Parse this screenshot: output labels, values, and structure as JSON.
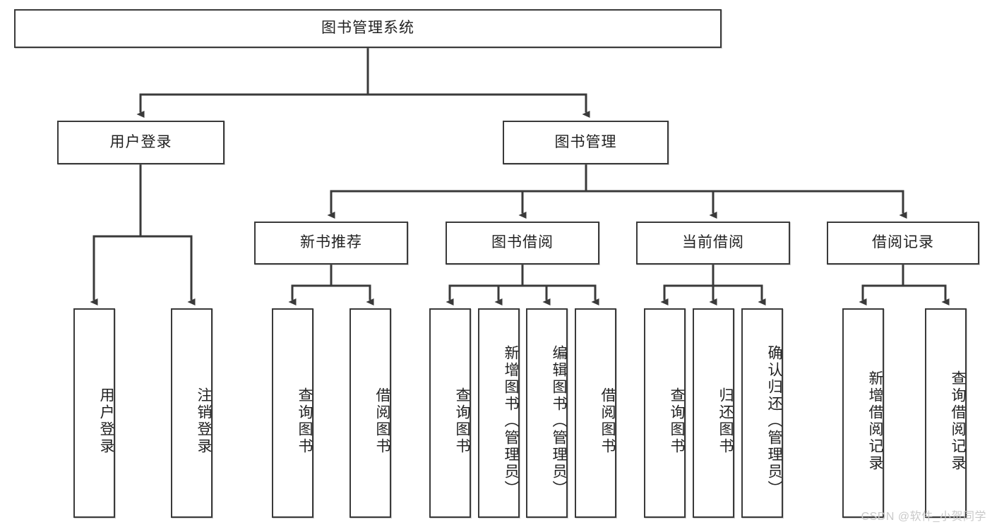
{
  "diagram": {
    "type": "tree-hierarchy",
    "title": "图书管理系统",
    "watermark": "CSDN @软件_小贺同学",
    "colors": {
      "stroke": "#3a3a3a",
      "fill": "#ffffff",
      "text": "#222222",
      "watermark": "#c9c9c9"
    },
    "levels": {
      "root": {
        "label": "图书管理系统"
      },
      "level2": [
        {
          "label": "用户登录"
        },
        {
          "label": "图书管理"
        }
      ],
      "level3": [
        {
          "label": "新书推荐"
        },
        {
          "label": "图书借阅"
        },
        {
          "label": "当前借阅"
        },
        {
          "label": "借阅记录"
        }
      ],
      "leaves": {
        "user_login": [
          {
            "label": "用户登录"
          },
          {
            "label": "注销登录"
          }
        ],
        "new_book_recommend": [
          {
            "label": "查询图书"
          },
          {
            "label": "借阅图书"
          }
        ],
        "book_borrow": [
          {
            "label": "查询图书"
          },
          {
            "label": "新增图书（管理员）"
          },
          {
            "label": "编辑图书（管理员）"
          },
          {
            "label": "借阅图书"
          }
        ],
        "current_borrow": [
          {
            "label": "查询图书"
          },
          {
            "label": "归还图书"
          },
          {
            "label": "确认归还（管理员）"
          }
        ],
        "borrow_record": [
          {
            "label": "新增借阅记录"
          },
          {
            "label": "查询借阅记录"
          }
        ]
      }
    }
  }
}
